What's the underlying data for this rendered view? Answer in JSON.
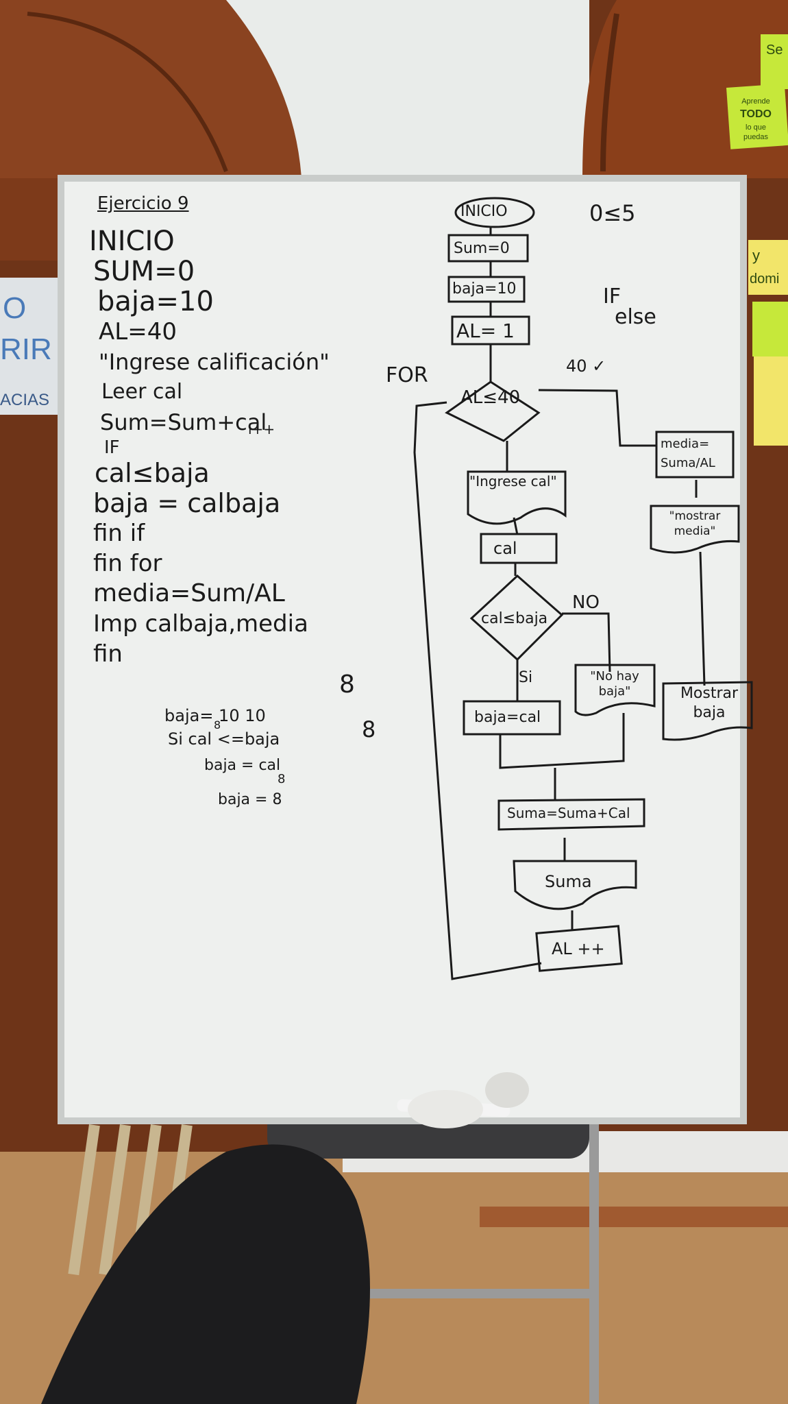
{
  "wall_sign": {
    "line1": "O",
    "line2": "RIR",
    "line3": "ACIAS"
  },
  "sticky_notes": {
    "note1": "Se",
    "note2_line1": "Aprende",
    "note2_line2": "TODO",
    "note2_line3": "lo que",
    "note2_line4": "puedas",
    "note3_line1": "y",
    "note3_line2": "domi"
  },
  "board": {
    "exercise_title": "Ejercicio 9",
    "pseudocode": [
      "INICIO",
      "SUM=0",
      "baja=10",
      "AL=40",
      "\"Ingrese calificación\"",
      "Leer cal",
      "Sum=Sum+cal",
      "IF",
      "cal≤baja",
      "baja = calbaja",
      "fin if",
      "fin for",
      "media=Sum/AL",
      "Imp calbaja,media",
      "fin"
    ],
    "i_plus": "i++",
    "scratch": {
      "line1": "baja= 10   10",
      "line1b": "8",
      "line2": "Si  cal <=baja",
      "line3": "baja = cal",
      "line3b": "8",
      "line4": "baja = 8",
      "eight_top": "8",
      "eight_right": "8"
    },
    "top_right_note": "0≤5",
    "if_else": {
      "if": "IF",
      "else": "else"
    },
    "forty_check": "40 ✓",
    "for_label": "FOR",
    "flowchart": {
      "inicio": "INICIO",
      "sum_init": "Sum=0",
      "baja_init": "baja=10",
      "al_init": "AL= 1",
      "loop_cond": "AL≤40",
      "input": "\"Ingrese cal\"",
      "read": "cal",
      "cond": "cal≤baja",
      "no_label": "NO",
      "si_label": "Si",
      "assign": "baja=cal",
      "no_baja": "\"No hay baja\"",
      "media_calc": "media= Suma/AL",
      "mostrar_media": "\"mostrar media\"",
      "mostrar_baja": "Mostrar baja",
      "suma_calc": "Suma=Suma+Cal",
      "suma_out": "Suma",
      "increment": "AL ++"
    }
  },
  "colors": {
    "board": "#eef0ee",
    "frame": "#c9ccca",
    "wood": "#7a3c1c",
    "sticky": "#c6e83a",
    "marker": "#1a1a1a"
  }
}
